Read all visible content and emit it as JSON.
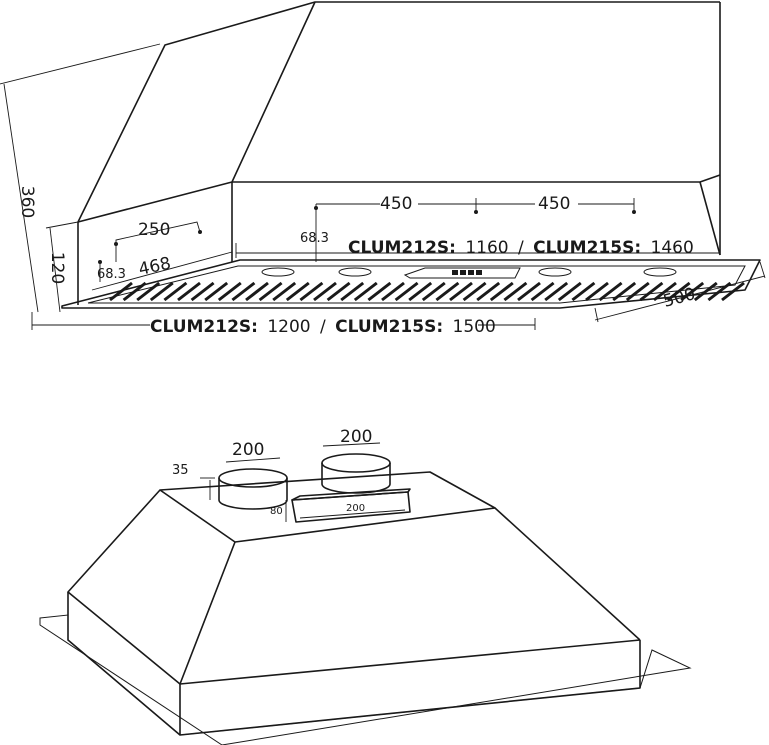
{
  "top_view": {
    "dim_height_total": "360",
    "dim_height_base": "120",
    "dim_duct_offset": "250",
    "dim_side_offset": "68.3",
    "dim_side_depth": "468",
    "dim_front_offset": "68.3",
    "dim_spacing_left": "450",
    "dim_spacing_right": "450",
    "inner_width": {
      "model_a": "CLUM212S:",
      "value_a": "1160",
      "sep": "/",
      "model_b": "CLUM215S:",
      "value_b": "1460"
    },
    "outer_width": {
      "model_a": "CLUM212S:",
      "value_a": "1200",
      "sep": "/",
      "model_b": "CLUM215S:",
      "value_b": "1500"
    },
    "dim_depth": "500"
  },
  "bottom_view": {
    "dim_collar_height": "35",
    "dim_duct_left": "200",
    "dim_duct_right": "200",
    "dim_rect_height": "80",
    "dim_rect_width": "200"
  }
}
